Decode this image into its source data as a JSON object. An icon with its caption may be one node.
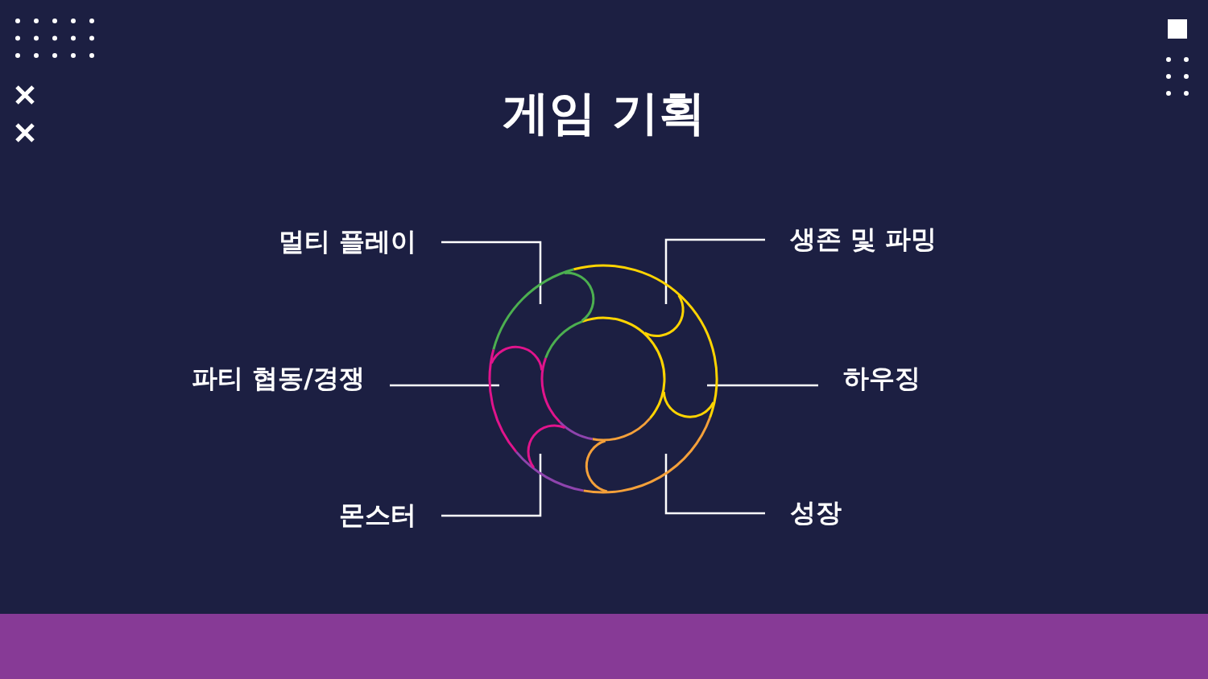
{
  "diagram": {
    "title": "게임 기획",
    "nodes": [
      {
        "text": [
          "멀티 플레이"
        ]
      },
      {
        "text": [
          "생존 및 파밍"
        ]
      },
      {
        "text": [
          "파티 협동/경쟁"
        ]
      },
      {
        "text": [
          "하우징"
        ]
      },
      {
        "text": [
          "몬스터"
        ]
      },
      {
        "text": [
          "성장"
        ]
      },
      {
        "text": [],
        "shape": "circle"
      }
    ],
    "edges": [
      {
        "from": 0,
        "to": 6,
        "arrow": "none"
      },
      {
        "from": 1,
        "to": 6,
        "arrow": "none"
      },
      {
        "from": 2,
        "to": 6,
        "arrow": "none"
      },
      {
        "from": 3,
        "to": 6,
        "arrow": "none"
      },
      {
        "from": 4,
        "to": 6,
        "arrow": "none"
      },
      {
        "from": 5,
        "to": 6,
        "arrow": "none"
      }
    ]
  }
}
